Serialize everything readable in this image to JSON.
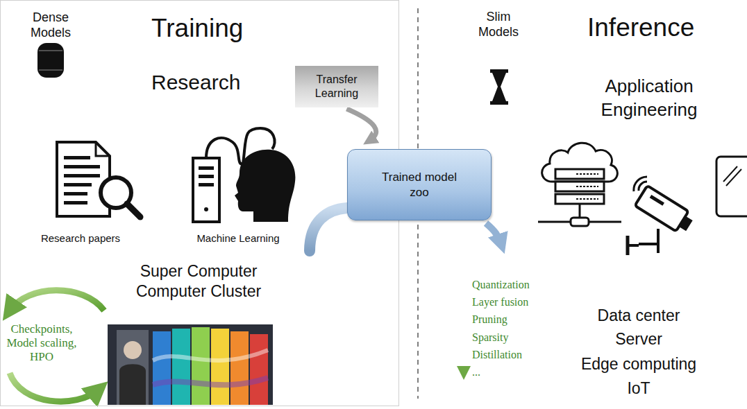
{
  "diagram": {
    "nodes": [
      {
        "text": [
          "Dense Models",
          "Training",
          "Research",
          "Research papers",
          "Machine Learning",
          "Super Computer Computer Cluster",
          "Checkpoints, Model scaling, HPO"
        ]
      },
      {
        "text": [
          "Transfer Learning"
        ],
        "in": 0
      },
      {
        "text": [
          "Trained model zoo"
        ]
      }
    ],
    "edges": [
      {
        "from": 1,
        "to": 2,
        "arrow": "to"
      }
    ],
    "labels": [
      "Slim Models",
      "Inference",
      "Application Engineering",
      "Quantization",
      "Layer fusion",
      "Pruning",
      "Sparsity",
      "Distillation",
      "...",
      "Data center",
      "Server",
      "Edge computing",
      "IoT"
    ]
  }
}
